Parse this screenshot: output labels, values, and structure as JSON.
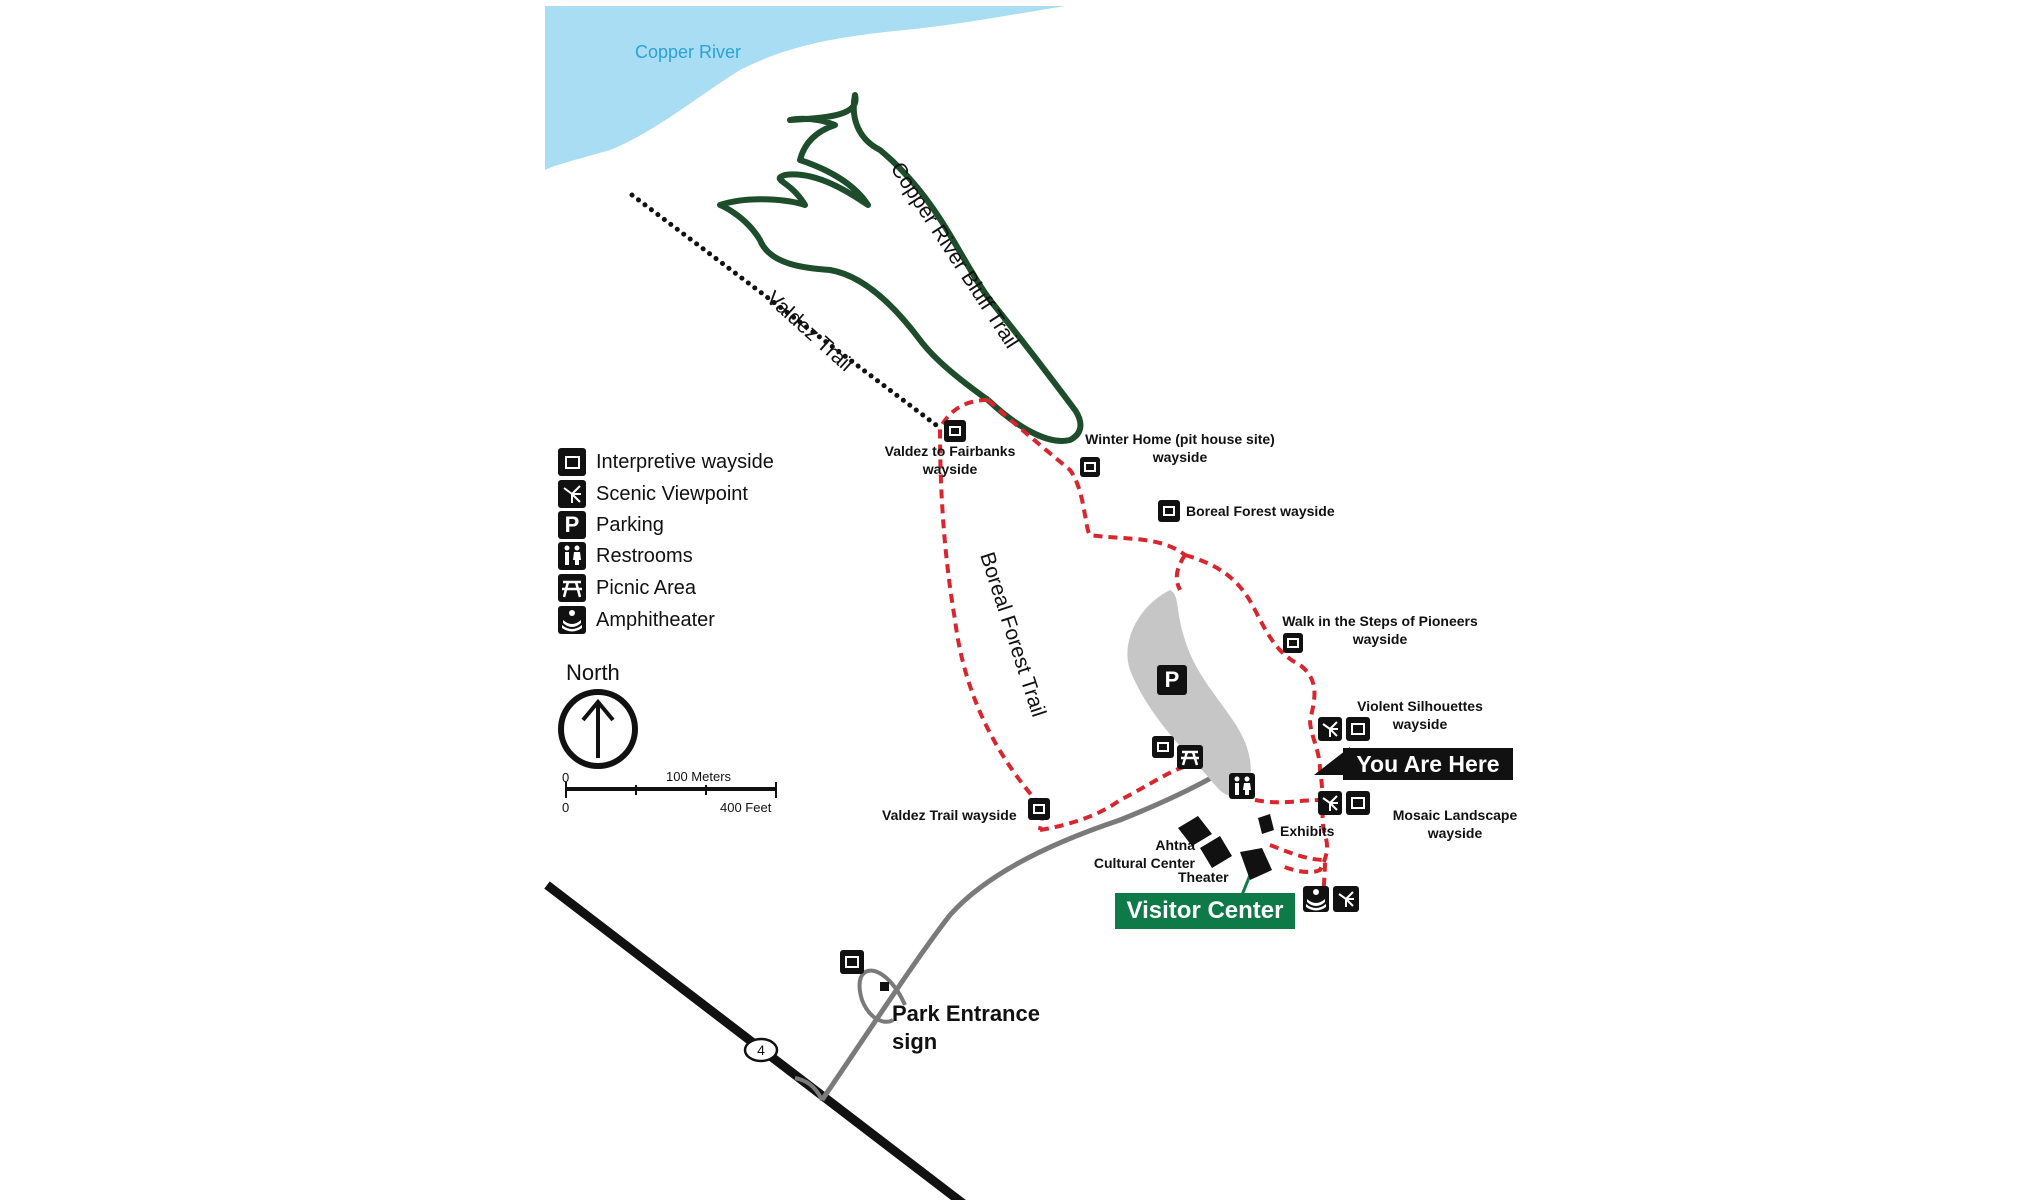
{
  "water": {
    "name": "Copper River",
    "color": "#a9ddf3",
    "label_color": "#2aa2d6"
  },
  "trails": {
    "bluff": "Copper River Bluff Trail",
    "valdez": "Valdez Trail",
    "boreal": "Boreal Forest Trail",
    "bluff_color": "#1e4d2b",
    "loop_color": "#d9262e"
  },
  "legend": [
    {
      "icon": "interpretive-wayside-icon",
      "label": "Interpretive wayside"
    },
    {
      "icon": "scenic-viewpoint-icon",
      "label": "Scenic Viewpoint"
    },
    {
      "icon": "parking-icon",
      "label": "Parking",
      "glyph": "P"
    },
    {
      "icon": "restrooms-icon",
      "label": "Restrooms"
    },
    {
      "icon": "picnic-area-icon",
      "label": "Picnic Area"
    },
    {
      "icon": "amphitheater-icon",
      "label": "Amphitheater"
    }
  ],
  "north": {
    "label": "North"
  },
  "scale": {
    "zero_top": "0",
    "meters": "100 Meters",
    "zero_bottom": "0",
    "feet": "400 Feet"
  },
  "labels": {
    "valdez_fairbanks_1": "Valdez to Fairbanks",
    "valdez_fairbanks_2": "wayside",
    "winter_home_1": "Winter Home (pit house site)",
    "winter_home_2": "wayside",
    "boreal_wayside": "Boreal Forest wayside",
    "pioneers_1": "Walk in the Steps of Pioneers",
    "pioneers_2": "wayside",
    "violent_1": "Violent Silhouettes",
    "violent_2": "wayside",
    "mosaic_1": "Mosaic Landscape",
    "mosaic_2": "wayside",
    "valdez_trail_wayside": "Valdez Trail wayside",
    "exhibits": "Exhibits",
    "ahtna_1": "Ahtna",
    "ahtna_2": "Cultural Center",
    "theater": "Theater",
    "park_entrance_1": "Park Entrance",
    "park_entrance_2": "sign",
    "parking_glyph": "P"
  },
  "you_are_here": "You Are Here",
  "visitor_center": {
    "label": "Visitor Center",
    "color": "#0d7a47"
  },
  "highway": {
    "number": "4"
  }
}
